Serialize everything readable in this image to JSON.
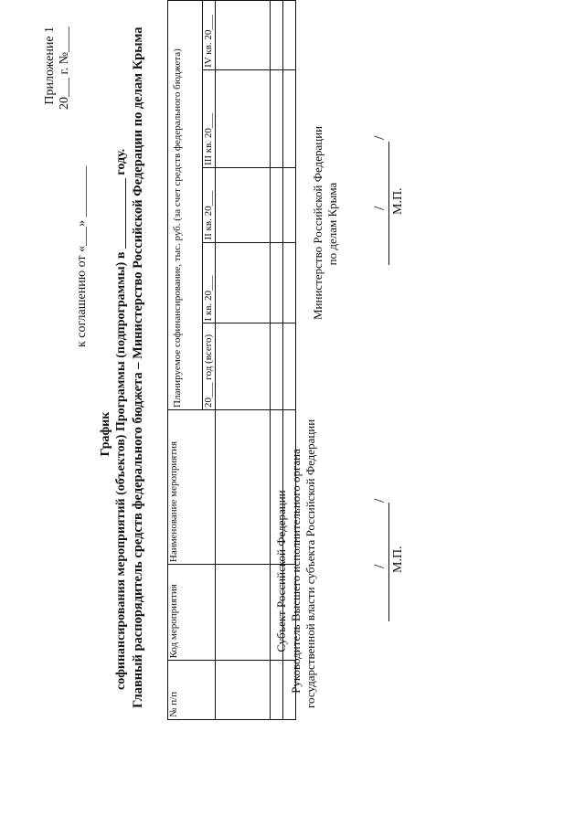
{
  "header": {
    "annex_title": "Приложение 1",
    "annex_date": "20___ г. №____",
    "agreement": "к соглашению от «___» ________"
  },
  "title": {
    "line1": "График",
    "line2": "софинансирования мероприятий (объектов) Программы (подпрограммы) в ___________ году.",
    "line3": "Главный распорядитель средств федерального бюджета – Министерство Российской Федерации по делам Крыма"
  },
  "table": {
    "headers": {
      "num": "№ п/п",
      "code": "Код мероприятия",
      "name": "Наименование мероприятия",
      "funding": "Планируемое софинансирование, тыс. руб. (за счет средств федерального бюджета)",
      "year": "20___ год (всего)",
      "q1": "I кв. 20___",
      "q2": "II кв. 20___",
      "q3": "III кв. 20___",
      "q4": "IV кв. 20___"
    },
    "rows": [
      [
        "",
        "",
        "",
        "",
        "",
        "",
        "",
        ""
      ],
      [
        "",
        "",
        "",
        "",
        "",
        "",
        "",
        ""
      ],
      [
        "",
        "",
        "",
        "",
        "",
        "",
        "",
        ""
      ]
    ]
  },
  "signatures": {
    "left": {
      "line1": "Субъект Российской Федерации",
      "line2": "Руководитель Высшего исполнительного органа",
      "line3": "государственной власти субъекта Российской Федерации",
      "slash": "/",
      "stamp": "М.П."
    },
    "right": {
      "line1": "Министерство Российской Федерации",
      "line2": "по делам Крыма",
      "slash": "/",
      "stamp": "М.П."
    }
  }
}
